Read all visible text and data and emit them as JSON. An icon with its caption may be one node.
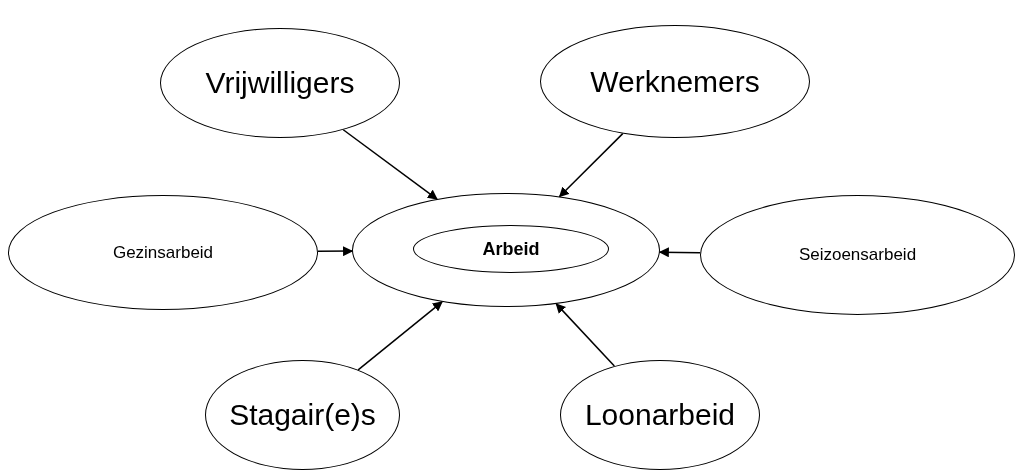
{
  "diagram": {
    "nodes": [
      {
        "text": [
          "Vrijwilligers"
        ]
      },
      {
        "text": [
          "Werknemers"
        ]
      },
      {
        "text": [
          "Gezinsarbeid"
        ]
      },
      {
        "text": [],
        "shape": "circle"
      },
      {
        "text": [
          "Arbeid"
        ],
        "in": 3
      },
      {
        "text": [
          "Seizoensarbeid"
        ]
      },
      {
        "text": [
          "Stagair(e)s"
        ]
      },
      {
        "text": [
          "Loonarbeid"
        ]
      }
    ],
    "edges": [
      {
        "from": 0,
        "to": 3,
        "arrow": "to"
      },
      {
        "from": 1,
        "to": 3,
        "arrow": "to"
      },
      {
        "from": 2,
        "to": 3,
        "arrow": "to"
      },
      {
        "from": 5,
        "to": 3,
        "arrow": "to"
      },
      {
        "from": 6,
        "to": 3,
        "arrow": "to"
      },
      {
        "from": 7,
        "to": 3,
        "arrow": "to"
      }
    ]
  }
}
